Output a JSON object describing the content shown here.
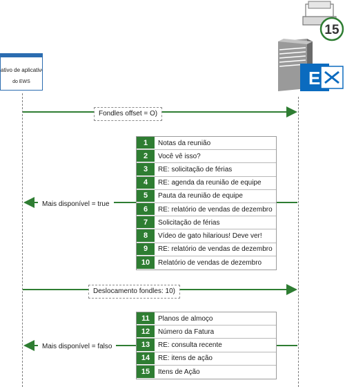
{
  "client": {
    "line1": "cativo de aplicativo",
    "line2": "do EWS"
  },
  "server": {
    "badge": "15",
    "logo_letter": "E"
  },
  "messages": [
    {
      "label": "Fondles offset = O)"
    },
    {
      "label": "Mais disponível = true"
    },
    {
      "label": "Deslocamento fondles: 10)"
    },
    {
      "label": "Mais disponível = falso"
    }
  ],
  "batch1": [
    {
      "n": "1",
      "subject": "Notas da reunião"
    },
    {
      "n": "2",
      "subject": "Você vê isso?"
    },
    {
      "n": "3",
      "subject": "RE: solicitação de férias"
    },
    {
      "n": "4",
      "subject": "RE: agenda da reunião de equipe"
    },
    {
      "n": "5",
      "subject": "Pauta da reunião de equipe"
    },
    {
      "n": "6",
      "subject": "RE: relatório de vendas de dezembro"
    },
    {
      "n": "7",
      "subject": "Solicitação de férias"
    },
    {
      "n": "8",
      "subject": "Vídeo de gato hilarious!  Deve ver!"
    },
    {
      "n": "9",
      "subject": "RE: relatório de vendas de dezembro"
    },
    {
      "n": "10",
      "subject": "Relatório de vendas de dezembro"
    }
  ],
  "batch2": [
    {
      "n": "11",
      "subject": "Planos de almoço"
    },
    {
      "n": "12",
      "subject": "Número da Fatura"
    },
    {
      "n": "13",
      "subject": "RE: consulta recente"
    },
    {
      "n": "14",
      "subject": "RE: itens de ação"
    },
    {
      "n": "15",
      "subject": "Itens de Ação"
    }
  ],
  "colors": {
    "arrow": "#2e7d32",
    "number_cell": "#2e7d32",
    "client_accent": "#2b6cb0",
    "exchange_blue": "#0b6bbf"
  }
}
